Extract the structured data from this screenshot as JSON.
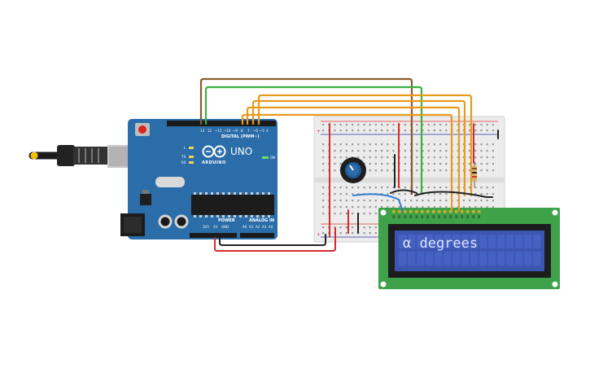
{
  "board": {
    "name": "UNO",
    "brand": "ARDUINO",
    "header_digital": "DIGITAL (PWM~)",
    "header_power": "POWER",
    "header_analog": "ANALOG IN",
    "led_tx": "TX",
    "led_rx": "RX",
    "led_l": "L",
    "led_on": "ON"
  },
  "lcd": {
    "text": "α degrees"
  },
  "colors": {
    "board": "#2a6da8",
    "lcd_pcb": "#3fa14a",
    "lcd_screen": "#3b55b0",
    "wire_orange": "#e89a1d",
    "wire_green": "#3cb043",
    "wire_brown": "#8b5a2b",
    "wire_red": "#d62a2a",
    "wire_black": "#222222",
    "wire_blue": "#2d7fd0"
  }
}
